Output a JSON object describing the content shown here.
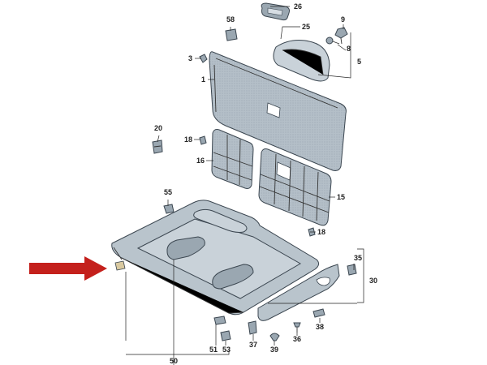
{
  "callouts": {
    "c1": "1",
    "c3": "3",
    "c5": "5",
    "c8": "8",
    "c9": "9",
    "c15": "15",
    "c16": "16",
    "c18a": "18",
    "c18b": "18",
    "c20": "20",
    "c25": "25",
    "c26": "26",
    "c30": "30",
    "c35": "35",
    "c36": "36",
    "c37": "37",
    "c38": "38",
    "c39": "39",
    "c50": "50",
    "c51": "51",
    "c53": "53",
    "c55": "55",
    "c58": "58"
  },
  "colors": {
    "panel_fill": "#b9c4cc",
    "panel_stroke": "#3b4650",
    "arrow": "#c4201c",
    "text": "#222222"
  },
  "icons": {
    "arrow": "red-pointer-arrow"
  }
}
